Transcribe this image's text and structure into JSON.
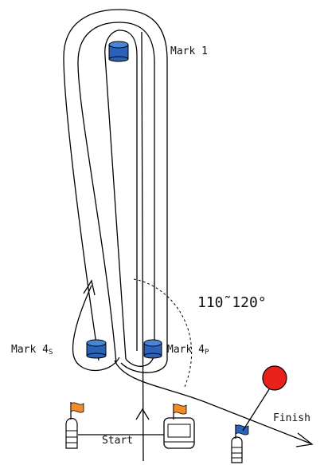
{
  "labels": {
    "mark1": "Mark 1",
    "mark4s_main": "Mark 4",
    "mark4s_sub": "S",
    "mark4p_main": "Mark 4",
    "mark4p_sub": "P",
    "angle": "110˜120°",
    "start": "Start",
    "finish": "Finish"
  },
  "colors": {
    "buoy": "#2a62b8",
    "flag_start": "#f28c28",
    "flag_finish": "#2a62b8",
    "red_ball": "#e8211c",
    "line": "#000000"
  },
  "icons": [
    "buoy-icon",
    "boat-icon",
    "orange-flag-icon",
    "blue-flag-icon",
    "red-ball-icon"
  ]
}
